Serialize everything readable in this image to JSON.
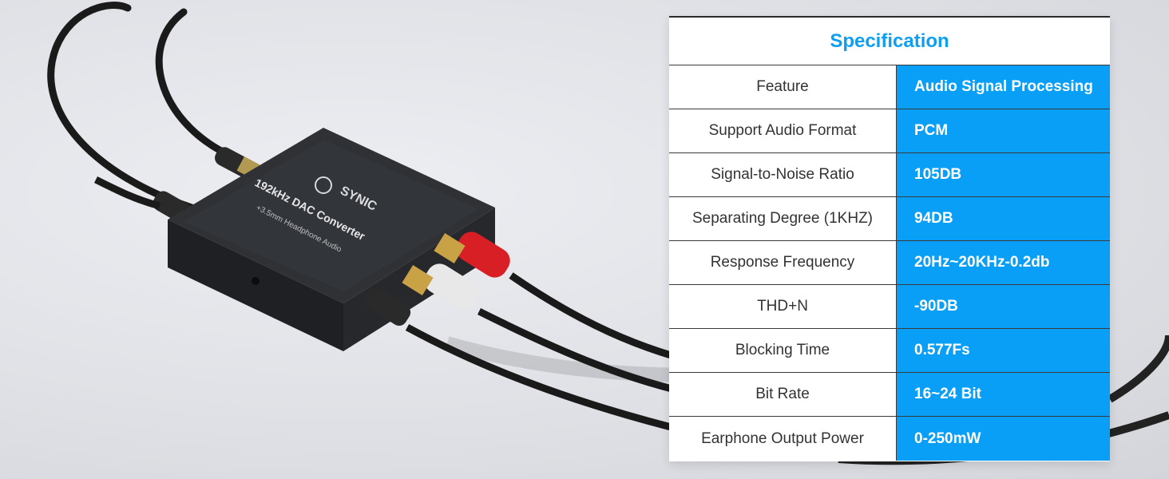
{
  "product": {
    "brand_mark": "SYNIC",
    "device_label_line1": "192kHz DAC Converter",
    "device_label_line2": "+3.5mm Headphone Audio"
  },
  "colors": {
    "accent": "#0a9ff6",
    "title": "#0da0f2",
    "label_text": "#333333",
    "grid": "#3a3a3a"
  },
  "spec": {
    "title": "Specification",
    "rows": [
      {
        "label": "Feature",
        "value": "Audio Signal Processing"
      },
      {
        "label": "Support Audio Format",
        "value": "PCM"
      },
      {
        "label": "Signal-to-Noise Ratio",
        "value": "105DB"
      },
      {
        "label": "Separating Degree (1KHZ)",
        "value": "94DB"
      },
      {
        "label": "Response Frequency",
        "value": "20Hz~20KHz-0.2db"
      },
      {
        "label": "THD+N",
        "value": "-90DB"
      },
      {
        "label": "Blocking Time",
        "value": "0.577Fs"
      },
      {
        "label": "Bit Rate",
        "value": "16~24 Bit"
      },
      {
        "label": "Earphone Output Power",
        "value": "0-250mW"
      }
    ]
  }
}
